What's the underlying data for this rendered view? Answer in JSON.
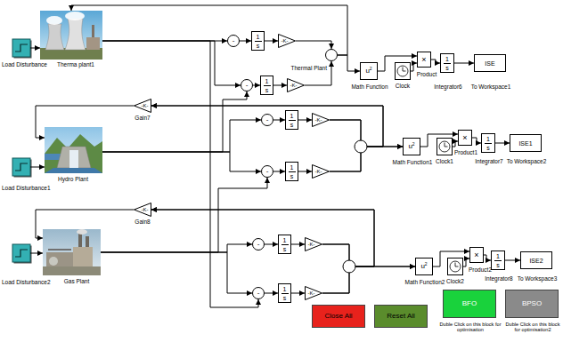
{
  "diagram": {
    "nodes": [
      {
        "text": [
          "Load Disturbance"
        ]
      },
      {
        "text": [
          "Therma plant1"
        ]
      },
      {
        "text": [
          "-"
        ]
      },
      {
        "text": [
          "-"
        ]
      },
      {
        "text": [
          "1",
          "s"
        ]
      },
      {
        "text": [
          "1",
          "s"
        ]
      },
      {
        "text": [
          "-K-"
        ]
      },
      {
        "text": [
          "-K-"
        ]
      },
      {
        "text": [
          "Thermal Plant"
        ]
      },
      {
        "text": [
          "u",
          "2",
          "Math Function"
        ]
      },
      {
        "text": [
          "Clock"
        ]
      },
      {
        "text": [
          "×",
          "Product"
        ]
      },
      {
        "text": [
          "1",
          "s",
          "Integrator6"
        ]
      },
      {
        "text": [
          "ISE",
          "To Workspace1"
        ]
      },
      {
        "text": [
          "Load Disturbance1"
        ]
      },
      {
        "text": [
          "Hydro Plant"
        ]
      },
      {
        "text": [
          "-K-",
          "Gain7"
        ]
      },
      {
        "text": [
          "-"
        ]
      },
      {
        "text": [
          "-"
        ]
      },
      {
        "text": [
          "1",
          "s"
        ]
      },
      {
        "text": [
          "1",
          "s"
        ]
      },
      {
        "text": [
          "-K-"
        ]
      },
      {
        "text": [
          "-K-"
        ]
      },
      {
        "text": [
          "u",
          "2",
          "Math Function1"
        ]
      },
      {
        "text": [
          "Clock1"
        ]
      },
      {
        "text": [
          "×",
          "Product1"
        ]
      },
      {
        "text": [
          "1",
          "s",
          "Integrator7"
        ]
      },
      {
        "text": [
          "ISE1",
          "To Workspace2"
        ]
      },
      {
        "text": [
          "Load Disturbance2"
        ]
      },
      {
        "text": [
          "Gas Plant"
        ]
      },
      {
        "text": [
          "-K-",
          "Gain8"
        ]
      },
      {
        "text": [
          "-"
        ]
      },
      {
        "text": [
          "-"
        ]
      },
      {
        "text": [
          "1",
          "s"
        ]
      },
      {
        "text": [
          "1",
          "s"
        ]
      },
      {
        "text": [
          "-K-"
        ]
      },
      {
        "text": [
          "-K-"
        ]
      },
      {
        "text": [
          "u",
          "2",
          "Math Function2"
        ]
      },
      {
        "text": [
          "Clock2"
        ]
      },
      {
        "text": [
          "×",
          "Product2"
        ]
      },
      {
        "text": [
          "1",
          "s",
          "Integrator8"
        ]
      },
      {
        "text": [
          "ISE2",
          "To Workspace3"
        ]
      },
      {
        "text": [
          "Close All"
        ]
      },
      {
        "text": [
          "Reset All"
        ]
      },
      {
        "text": [
          "BFO",
          "Duble Click on this block for optimisation"
        ]
      },
      {
        "text": [
          "BPSO",
          "Duble Click on this block for optimisation2"
        ]
      }
    ],
    "edges": [
      {
        "from": 0,
        "to": 1,
        "arrow": "to"
      },
      {
        "from": 1,
        "to": 2,
        "arrow": "to"
      },
      {
        "from": 1,
        "to": 3,
        "arrow": "to"
      },
      {
        "from": 1,
        "to": 32,
        "arrow": "to"
      },
      {
        "from": 2,
        "to": 4,
        "arrow": "to"
      },
      {
        "from": 4,
        "to": 6,
        "arrow": "to"
      },
      {
        "from": 6,
        "to": 8,
        "arrow": "to"
      },
      {
        "from": 3,
        "to": 5,
        "arrow": "to"
      },
      {
        "from": 5,
        "to": 7,
        "arrow": "to"
      },
      {
        "from": 7,
        "to": 8,
        "arrow": "to"
      },
      {
        "from": 8,
        "to": 9,
        "arrow": "to"
      },
      {
        "from": 8,
        "to": 1,
        "arrow": "to"
      },
      {
        "from": 9,
        "to": 11,
        "arrow": "to"
      },
      {
        "from": 10,
        "to": 11,
        "arrow": "to"
      },
      {
        "from": 11,
        "to": 12,
        "arrow": "to"
      },
      {
        "from": 12,
        "to": 13,
        "arrow": "to"
      },
      {
        "from": 14,
        "to": 15,
        "arrow": "to"
      },
      {
        "from": 15,
        "to": 3,
        "arrow": "to"
      },
      {
        "from": 15,
        "to": 17,
        "arrow": "to"
      },
      {
        "from": 15,
        "to": 18,
        "arrow": "to"
      },
      {
        "from": 17,
        "to": 19,
        "arrow": "to"
      },
      {
        "from": 19,
        "to": 21,
        "arrow": "to"
      },
      {
        "from": 18,
        "to": 20,
        "arrow": "to"
      },
      {
        "from": 20,
        "to": 22,
        "arrow": "to"
      },
      {
        "from": 21,
        "to": 23,
        "arrow": "to"
      },
      {
        "from": 22,
        "to": 23,
        "arrow": "to"
      },
      {
        "from": 21,
        "to": 16,
        "arrow": "to"
      },
      {
        "from": 22,
        "to": 16,
        "arrow": "to"
      },
      {
        "from": 16,
        "to": 15,
        "arrow": "to"
      },
      {
        "from": 23,
        "to": 25,
        "arrow": "to"
      },
      {
        "from": 24,
        "to": 25,
        "arrow": "to"
      },
      {
        "from": 25,
        "to": 26,
        "arrow": "to"
      },
      {
        "from": 26,
        "to": 27,
        "arrow": "to"
      },
      {
        "from": 28,
        "to": 29,
        "arrow": "to"
      },
      {
        "from": 29,
        "to": 18,
        "arrow": "to"
      },
      {
        "from": 29,
        "to": 31,
        "arrow": "to"
      },
      {
        "from": 29,
        "to": 32,
        "arrow": "to"
      },
      {
        "from": 31,
        "to": 33,
        "arrow": "to"
      },
      {
        "from": 33,
        "to": 35,
        "arrow": "to"
      },
      {
        "from": 32,
        "to": 34,
        "arrow": "to"
      },
      {
        "from": 34,
        "to": 36,
        "arrow": "to"
      },
      {
        "from": 35,
        "to": 37,
        "arrow": "to"
      },
      {
        "from": 36,
        "to": 37,
        "arrow": "to"
      },
      {
        "from": 35,
        "to": 30,
        "arrow": "to"
      },
      {
        "from": 36,
        "to": 30,
        "arrow": "to"
      },
      {
        "from": 30,
        "to": 29,
        "arrow": "to"
      },
      {
        "from": 37,
        "to": 39,
        "arrow": "to"
      },
      {
        "from": 38,
        "to": 39,
        "arrow": "to"
      },
      {
        "from": 39,
        "to": 40,
        "arrow": "to"
      },
      {
        "from": 40,
        "to": 41,
        "arrow": "to"
      }
    ]
  }
}
